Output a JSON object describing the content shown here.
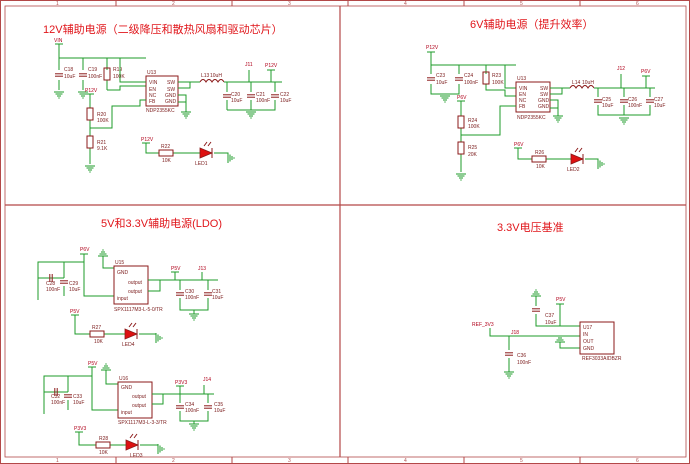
{
  "titles": {
    "q1": "12V辅助电源（二级降压和散热风扇和驱动芯片）",
    "q2": "6V辅助电源（提升效率）",
    "q3": "5V和3.3V辅助电源(LDO)",
    "q4": "3.3V电压基准"
  },
  "ruler": {
    "cols": [
      "1",
      "2",
      "3",
      "4",
      "5",
      "6"
    ]
  },
  "q1": {
    "nets": {
      "vin": "VIN",
      "p12v_a": "P12V",
      "p12v_b": "P12V",
      "p12v_c": "P12V",
      "j11": "J11"
    },
    "parts": {
      "c18": "C18",
      "c18v": "10uF",
      "c19": "C19",
      "c19v": "100nF",
      "r19": "R19",
      "r19v": "100K",
      "u13": "U13",
      "u13v": "NDP2355KC",
      "l13": "L13",
      "l13v": "10uH",
      "c20": "C20",
      "c20v": "10uF",
      "c21": "C21",
      "c21v": "100nF",
      "c22": "C22",
      "c22v": "10uF",
      "r20": "R20",
      "r20v": "100K",
      "r21": "R21",
      "r21v": "9.1K",
      "r22": "R22",
      "r22v": "10K",
      "led1": "LED1"
    },
    "pins": {
      "vin": "VIN",
      "en": "EN",
      "nc": "NC",
      "fb": "FB",
      "sw1": "SW",
      "sw2": "SW",
      "gnd1": "GND",
      "gnd2": "GND"
    }
  },
  "q2": {
    "nets": {
      "p12v": "P12V",
      "p6v_a": "P6V",
      "p6v_b": "P6V",
      "p6v_c": "P6V",
      "j12": "J12"
    },
    "parts": {
      "c23": "C23",
      "c23v": "10uF",
      "c24": "C24",
      "c24v": "100nF",
      "r23": "R23",
      "r23v": "100K",
      "u13": "U13",
      "u13v": "NDP2355KC",
      "l14": "L14",
      "l14v": "10uH",
      "c25": "C25",
      "c25v": "10uF",
      "c26": "C26",
      "c26v": "100nF",
      "c27": "C27",
      "c27v": "10uF",
      "r24": "R24",
      "r24v": "100K",
      "r25": "R25",
      "r25v": "20K",
      "r26": "R26",
      "r26v": "10K",
      "led2": "LED2"
    },
    "pins": {
      "vin": "VIN",
      "en": "EN",
      "nc": "NC",
      "fb": "FB",
      "sw1": "SW",
      "sw2": "SW",
      "gnd1": "GND",
      "gnd2": "GND"
    }
  },
  "q3": {
    "nets": {
      "p6v_a": "P6V",
      "p5v_a": "P5V",
      "p5v_b": "P5V",
      "j13": "J13",
      "p5v_c": "P5V",
      "p3v3_a": "P3V3",
      "j14": "J14",
      "p3v3_b": "P3V3"
    },
    "parts": {
      "c28": "C28",
      "c28v": "100nF",
      "c29": "C29",
      "c29v": "10uF",
      "u15": "U15",
      "u15v": "SPX1117M3-L-5-0/TR",
      "c30": "C30",
      "c30v": "100nF",
      "c31": "C31",
      "c31v": "10uF",
      "r27": "R27",
      "r27v": "10K",
      "led4": "LED4",
      "c32": "C32",
      "c32v": "100nF",
      "c33": "C33",
      "c33v": "10uF",
      "u16": "U16",
      "u16v": "SPX1117M3-L-3-3/TR",
      "c34": "C34",
      "c34v": "100nF",
      "c35": "C35",
      "c35v": "10uF",
      "r28": "R28",
      "r28v": "10K",
      "led3": "LED3"
    },
    "pins": {
      "gnd": "GND",
      "out1": "output",
      "out2": "output",
      "in": "input"
    }
  },
  "q4": {
    "nets": {
      "p5v": "P5V",
      "ref": "REF_3V3",
      "j18": "J18"
    },
    "parts": {
      "c37": "C37",
      "c37v": "10uF",
      "c36": "C36",
      "c36v": "100nF",
      "u17": "U17",
      "u17v": "REF3033AIDBZR"
    },
    "pins": {
      "in": "IN",
      "out": "OUT",
      "gnd": "GND"
    }
  }
}
